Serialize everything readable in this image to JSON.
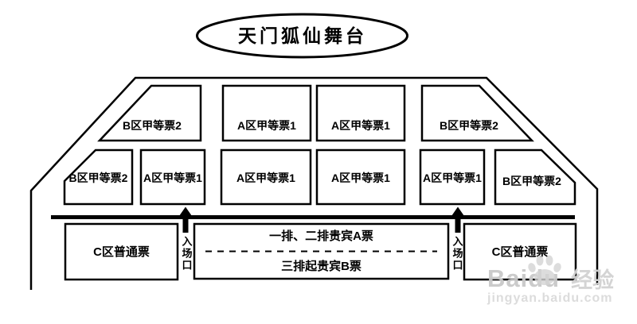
{
  "stage": {
    "title": "天门狐仙舞台"
  },
  "seating": {
    "row1": [
      {
        "label": "B区甲等票2"
      },
      {
        "label": "A区甲等票1"
      },
      {
        "label": "A区甲等票1"
      },
      {
        "label": "B区甲等票2"
      }
    ],
    "row2": [
      {
        "label": "B区甲等票2"
      },
      {
        "label": "A区甲等票1"
      },
      {
        "label": "A区甲等票1"
      },
      {
        "label": "A区甲等票1"
      },
      {
        "label": "A区甲等票1"
      },
      {
        "label": "B区甲等票2"
      }
    ],
    "bottom": {
      "left": {
        "label": "C区普通票"
      },
      "vip_row12": {
        "label": "一排、二排贵宾A票"
      },
      "vip_row3plus": {
        "label": "三排起贵宾B票"
      },
      "right": {
        "label": "C区普通票"
      }
    }
  },
  "entrance": {
    "left": "入场口",
    "right": "入场口"
  },
  "watermark": {
    "brand": "Baidu",
    "suffix": "经验",
    "url": "jingyan.baidu.com"
  },
  "colors": {
    "line": "#000000",
    "background": "#ffffff",
    "watermark": "#c9c9c9"
  }
}
